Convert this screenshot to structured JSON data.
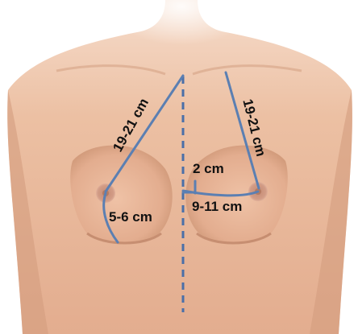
{
  "labels": {
    "sternal_notch_to_nipple_left": "19-21 cm",
    "sternal_notch_to_nipple_right": "19-21 cm",
    "nipple_to_fold": "5-6 cm",
    "midline_offset": "2 cm",
    "midline_to_nipple": "9-11 cm"
  },
  "colors": {
    "background": "#ffffff",
    "skin_light": "#f2ccb4",
    "skin_mid": "#e6b294",
    "skin_shadow": "#c98f70",
    "areola": "#c9927c",
    "measure_line": "#5b7fb2",
    "midline_dash": "#4a6fa8",
    "text": "#111111"
  }
}
